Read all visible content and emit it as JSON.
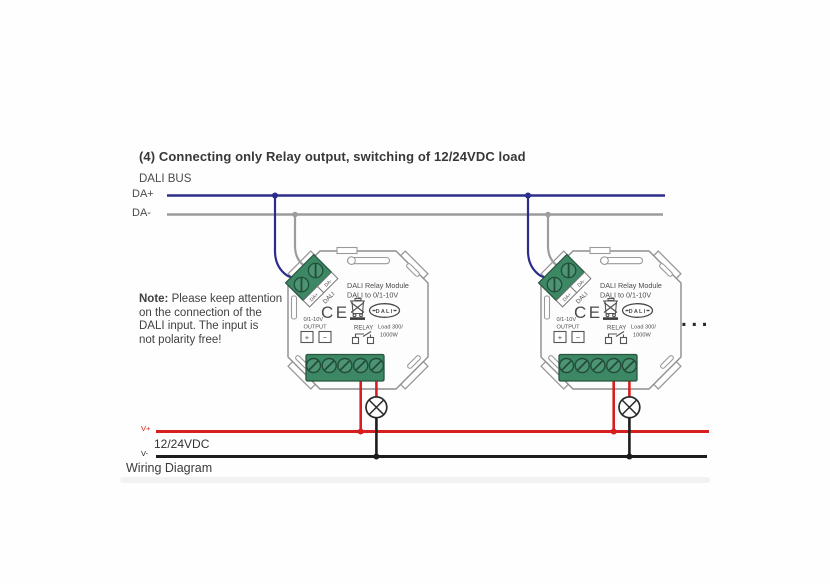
{
  "title": "(4) Connecting only Relay output, switching of 12/24VDC load",
  "bus": {
    "label": "DALI BUS",
    "da_plus": "DA+",
    "da_minus": "DA-"
  },
  "note": {
    "bold": "Note:",
    "line1_rest": " Please keep attention",
    "line2": "on the connection of the",
    "line3": "DALI input. The input is",
    "line4": "not polarity free!"
  },
  "module": {
    "name_line1": "DALI Relay Module",
    "name_line2": "DALI to 0/1-10V",
    "ce_mark": "CE",
    "dali_logo": "DALI",
    "input_terminal": {
      "da_plus": "DA+",
      "da_minus": "DA-",
      "caption": "DALI"
    },
    "output": {
      "line1": "0/1-10V",
      "line2": "OUTPUT",
      "plus": "+",
      "minus": "−"
    },
    "relay": {
      "label": "RELAY",
      "load_line1": "Load 300/",
      "load_line2": "1000W"
    }
  },
  "power": {
    "v_plus": "V+",
    "v_minus": "V-",
    "voltage": "12/24VDC"
  },
  "footer": "Wiring Diagram",
  "ellipsis": "...",
  "colors": {
    "da_plus_wire": "#2b2d8a",
    "da_minus_wire": "#9c9c9c",
    "v_plus_wire": "#d81f1f",
    "v_minus_wire": "#1d1d1d",
    "terminal_green": "#3c8764",
    "module_outline": "#8d8d8d"
  }
}
